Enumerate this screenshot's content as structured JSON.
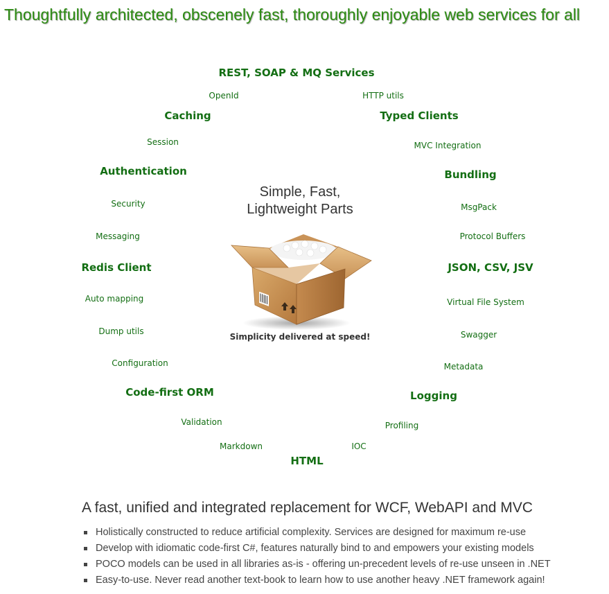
{
  "header": {
    "title": "Thoughtfully architected, obscenely fast, thoroughly enjoyable web services for all"
  },
  "features": [
    {
      "key": "rest",
      "label": "REST, SOAP & MQ Services",
      "major": true
    },
    {
      "key": "openid",
      "label": "OpenId",
      "major": false
    },
    {
      "key": "http-utils",
      "label": "HTTP utils",
      "major": false
    },
    {
      "key": "caching",
      "label": "Caching",
      "major": true
    },
    {
      "key": "typed-clients",
      "label": "Typed Clients",
      "major": true
    },
    {
      "key": "session",
      "label": "Session",
      "major": false
    },
    {
      "key": "mvc-integration",
      "label": "MVC Integration",
      "major": false
    },
    {
      "key": "authentication",
      "label": "Authentication",
      "major": true
    },
    {
      "key": "bundling",
      "label": "Bundling",
      "major": true
    },
    {
      "key": "security",
      "label": "Security",
      "major": false
    },
    {
      "key": "msgpack",
      "label": "MsgPack",
      "major": false
    },
    {
      "key": "messaging",
      "label": "Messaging",
      "major": false
    },
    {
      "key": "protocol-buffers",
      "label": "Protocol Buffers",
      "major": false
    },
    {
      "key": "redis-client",
      "label": "Redis Client",
      "major": true
    },
    {
      "key": "json-csv-jsv",
      "label": "JSON, CSV, JSV",
      "major": true
    },
    {
      "key": "auto-mapping",
      "label": "Auto mapping",
      "major": false
    },
    {
      "key": "virtual-file-system",
      "label": "Virtual File System",
      "major": false
    },
    {
      "key": "dump-utils",
      "label": "Dump utils",
      "major": false
    },
    {
      "key": "swagger",
      "label": "Swagger",
      "major": false
    },
    {
      "key": "configuration",
      "label": "Configuration",
      "major": false
    },
    {
      "key": "metadata",
      "label": "Metadata",
      "major": false
    },
    {
      "key": "code-first-orm",
      "label": "Code-first ORM",
      "major": true
    },
    {
      "key": "logging",
      "label": "Logging",
      "major": true
    },
    {
      "key": "validation",
      "label": "Validation",
      "major": false
    },
    {
      "key": "profiling",
      "label": "Profiling",
      "major": false
    },
    {
      "key": "markdown",
      "label": "Markdown",
      "major": false
    },
    {
      "key": "ioc",
      "label": "IOC",
      "major": false
    },
    {
      "key": "html",
      "label": "HTML",
      "major": true
    }
  ],
  "center": {
    "title_line1": "Simple, Fast,",
    "title_line2": "Lightweight Parts",
    "tagline": "Simplicity delivered at speed!"
  },
  "intro": {
    "heading": "A fast, unified and integrated replacement for WCF, WebAPI and MVC",
    "bullets": [
      "Holistically constructed to reduce artificial complexity. Services are designed for maximum re-use",
      "Develop with idiomatic code-first C#, features naturally bind to and empowers your existing models",
      "POCO models can be used in all libraries as-is - offering un-precedent levels of re-use unseen in .NET",
      "Easy-to-use. Never read another text-book to learn how to use another heavy .NET framework again!"
    ]
  },
  "colors": {
    "headline": "#2c8c12",
    "feature": "#136e13",
    "body_text": "#333333"
  }
}
